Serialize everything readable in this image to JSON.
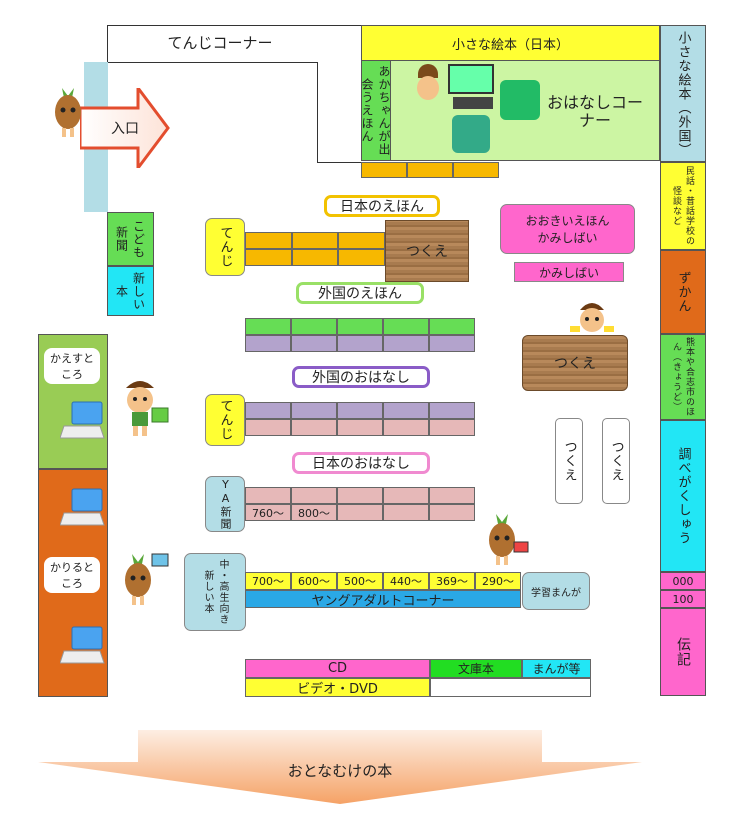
{
  "colors": {
    "yellow": "#ffff33",
    "orange": "#f7b800",
    "light_green": "#ccf5a3",
    "green": "#66dd55",
    "cyan": "#22e6f5",
    "light_blue": "#b3dde6",
    "pink": "#ff66cc",
    "purple": "#b3a3cc",
    "rose": "#e6b8b8",
    "blue_bar": "#2aa8e6",
    "brown": "#e06a1a",
    "counter_green": "#99cc55"
  },
  "corners": {
    "tenji_corner": "てんじコーナー",
    "entrance": "入口",
    "small_picture_books_japan": "小さな絵本（日本）",
    "baby_meet_books": "あかちゃんが出会うえほん",
    "story_corner": "おはなしコーナー",
    "small_picture_books_foreign": "小さな絵本（外国）",
    "folk_tales": "民話・昔話学校の怪談など",
    "zukan": "ずかん",
    "local_books": "熊本や合志市のほん（きょうど）",
    "research": "調べがくしゅう",
    "n000": "000",
    "n100": "100",
    "biography": "伝記",
    "kids_newspaper": "こども新聞",
    "new_books": "新しい本",
    "return_counter": "かえすところ",
    "borrow_counter": "かりるところ"
  },
  "shelves": {
    "japan_picture_books": "日本のえほん",
    "foreign_picture_books": "外国のえほん",
    "foreign_stories": "外国のおはなし",
    "japan_stories": "日本のおはなし",
    "tenji_1": "てんじ",
    "tenji_2": "てんじ",
    "ya_newspaper": "YA新聞",
    "big_picture_books": "おおきいえほんかみしばい",
    "kamishibai": "かみしばい",
    "study_manga": "学習まんが",
    "teen_new_books": "中・高生向き新しい本",
    "young_adult_corner": "ヤングアダルトコーナー",
    "ya_numbers": [
      "700～",
      "600～",
      "500～",
      "440～",
      "369～",
      "290～"
    ],
    "japan_stories_numbers": [
      "760～",
      "800～"
    ]
  },
  "tables": {
    "desk_1": "つくえ",
    "desk_2": "つくえ",
    "desk_3": "つくえ",
    "desk_4": "つくえ"
  },
  "media": {
    "cd": "CD",
    "bunko": "文庫本",
    "manga": "まんが等",
    "video": "ビデオ・DVD"
  },
  "adult_books": "おとなむけの本"
}
